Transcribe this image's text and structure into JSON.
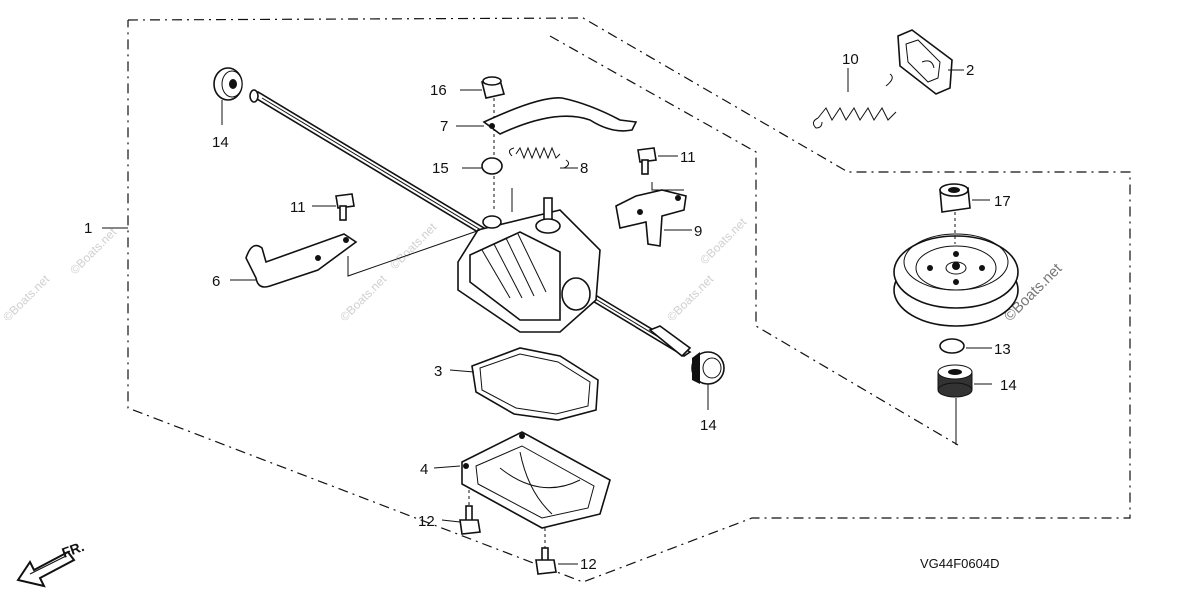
{
  "callouts": [
    "1",
    "2",
    "3",
    "4",
    "6",
    "7",
    "8",
    "9",
    "10",
    "11",
    "11",
    "12",
    "12",
    "13",
    "14",
    "14",
    "14",
    "15",
    "16",
    "17"
  ],
  "diagram_code": "VG44F0604D",
  "front_indicator": "FR.",
  "watermark": "©Boats.net"
}
